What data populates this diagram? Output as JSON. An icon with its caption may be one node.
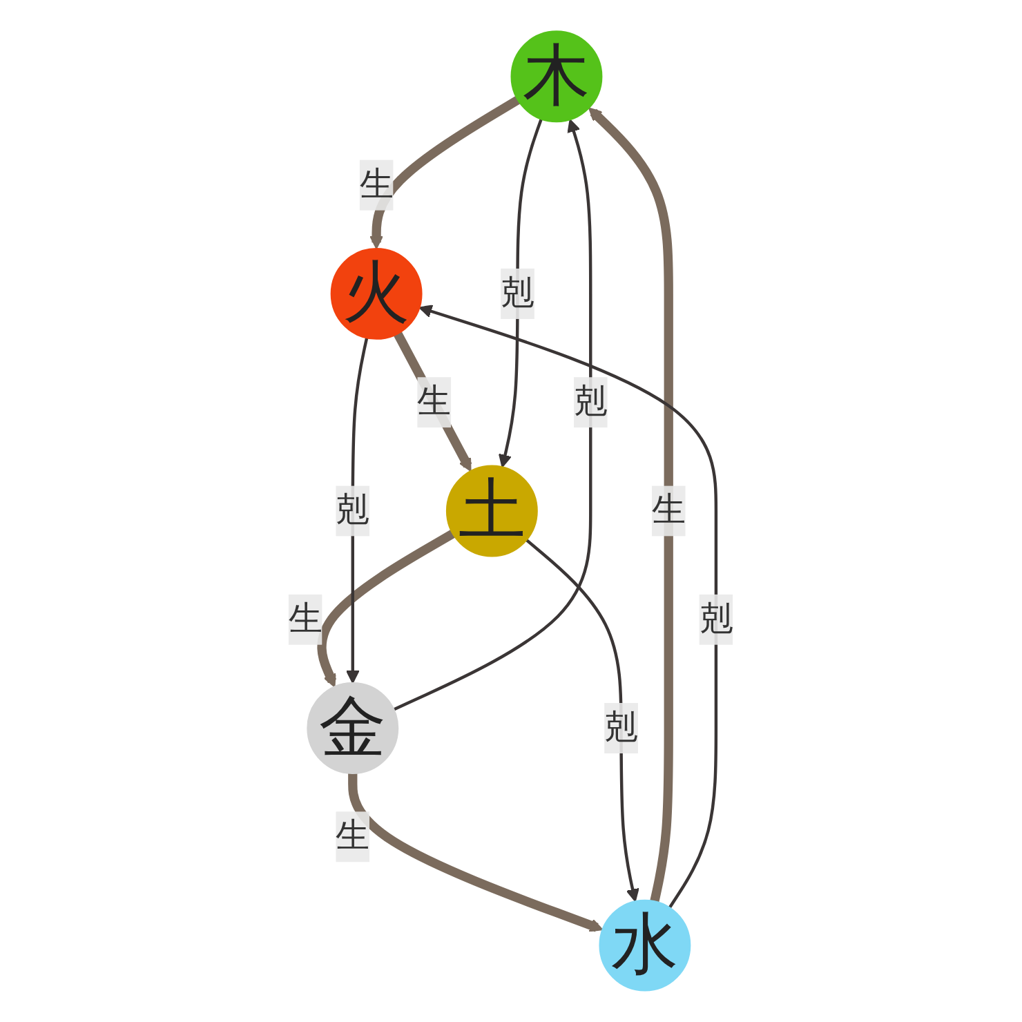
{
  "diagram": {
    "nodes": [
      {
        "text": [
          "木"
        ]
      },
      {
        "text": [
          "火"
        ]
      },
      {
        "text": [
          "土"
        ]
      },
      {
        "text": [
          "金"
        ]
      },
      {
        "text": [
          "水"
        ]
      }
    ],
    "edges": [
      {
        "from": 0,
        "to": 1,
        "arrow": "to",
        "label": "生",
        "style": "thick",
        "color": "#7b6b5d"
      },
      {
        "from": 1,
        "to": 2,
        "arrow": "to",
        "label": "生",
        "style": "thick",
        "color": "#7b6b5d"
      },
      {
        "from": 2,
        "to": 3,
        "arrow": "to",
        "label": "生",
        "style": "thick",
        "color": "#7b6b5d"
      },
      {
        "from": 3,
        "to": 4,
        "arrow": "to",
        "label": "生",
        "style": "thick",
        "color": "#7b6b5d"
      },
      {
        "from": 4,
        "to": 0,
        "arrow": "to",
        "label": "生",
        "style": "thick",
        "color": "#7b6b5d"
      },
      {
        "from": 0,
        "to": 2,
        "arrow": "to",
        "label": "剋"
      },
      {
        "from": 2,
        "to": 4,
        "arrow": "to",
        "label": "剋"
      },
      {
        "from": 4,
        "to": 1,
        "arrow": "to",
        "label": "剋"
      },
      {
        "from": 1,
        "to": 3,
        "arrow": "to",
        "label": "剋"
      },
      {
        "from": 3,
        "to": 0,
        "arrow": "to",
        "label": "剋"
      }
    ]
  }
}
